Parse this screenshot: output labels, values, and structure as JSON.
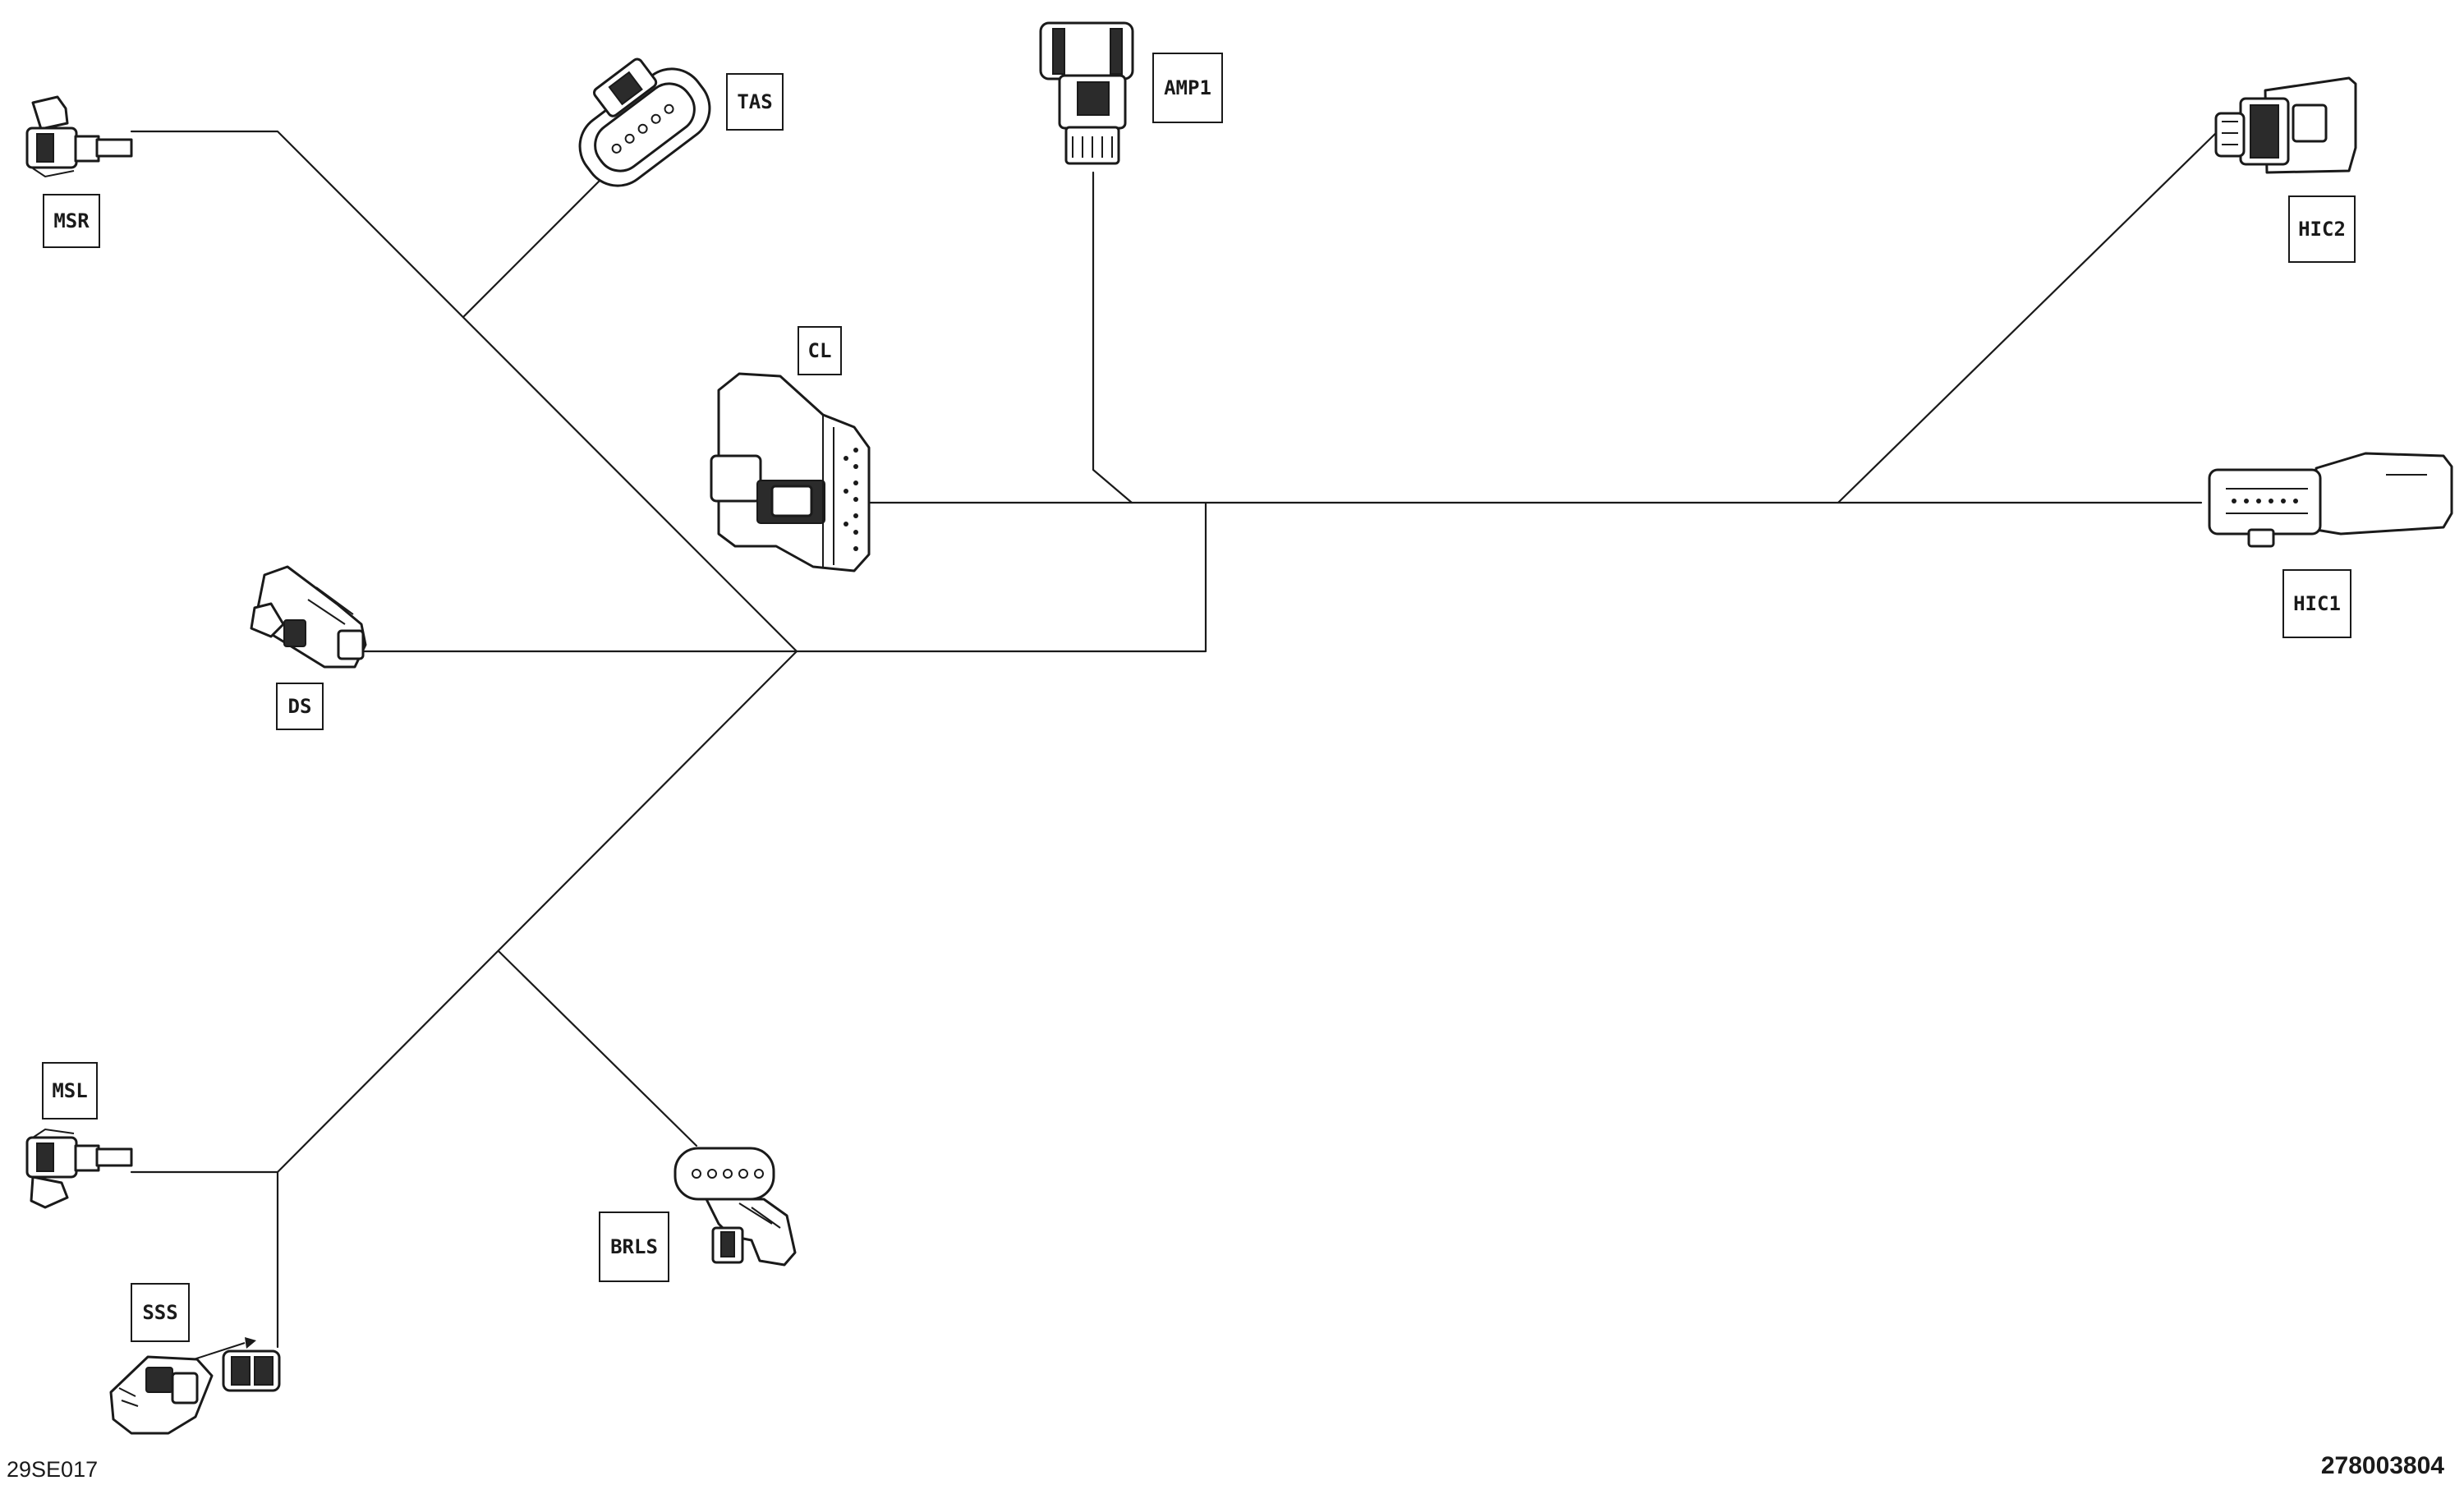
{
  "figure_code": "29SE017",
  "part_number": "278003804",
  "connectors": [
    {
      "id": "msr",
      "label": "MSR"
    },
    {
      "id": "tas",
      "label": "TAS"
    },
    {
      "id": "amp1",
      "label": "AMP1"
    },
    {
      "id": "hic2",
      "label": "HIC2"
    },
    {
      "id": "cl",
      "label": "CL"
    },
    {
      "id": "hic1",
      "label": "HIC1"
    },
    {
      "id": "ds",
      "label": "DS"
    },
    {
      "id": "msl",
      "label": "MSL"
    },
    {
      "id": "brls",
      "label": "BRLS"
    },
    {
      "id": "sss",
      "label": "SSS"
    }
  ]
}
